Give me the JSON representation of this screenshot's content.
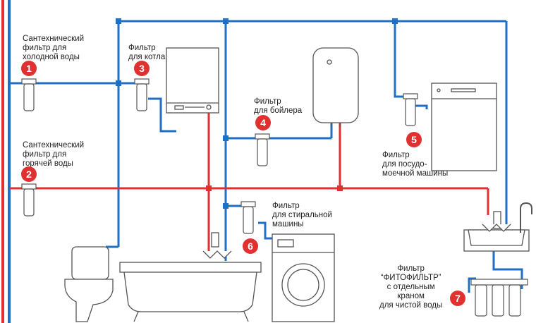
{
  "colors": {
    "cold": "#1f6fc4",
    "hot": "#e03030",
    "outline": "#555555",
    "badge": "#e03030"
  },
  "labels": {
    "f1": [
      "Сантехнический",
      "фильтр для",
      "холодной воды"
    ],
    "f2": [
      "Сантехнический",
      "фильтр для",
      "горячей воды"
    ],
    "f3": [
      "Фильтр",
      "для котла"
    ],
    "f4": [
      "Фильтр",
      "для бойлера"
    ],
    "f5": [
      "Фильтр",
      "для посудо-",
      "моечной машины"
    ],
    "f6": [
      "Фильтр",
      "для стиральной",
      "машины"
    ],
    "f7": [
      "Фильтр",
      "“ФИТОФИЛЬТР”",
      "с отдельным",
      "краном",
      "для чистой воды"
    ]
  },
  "badges": [
    "1",
    "2",
    "3",
    "4",
    "5",
    "6",
    "7"
  ],
  "icons": [
    "boiler-icon",
    "water-heater-icon",
    "dishwasher-icon",
    "washing-machine-icon",
    "toilet-icon",
    "bathtub-icon",
    "sink-icon",
    "faucet-icon",
    "reverse-osmosis-icon"
  ]
}
